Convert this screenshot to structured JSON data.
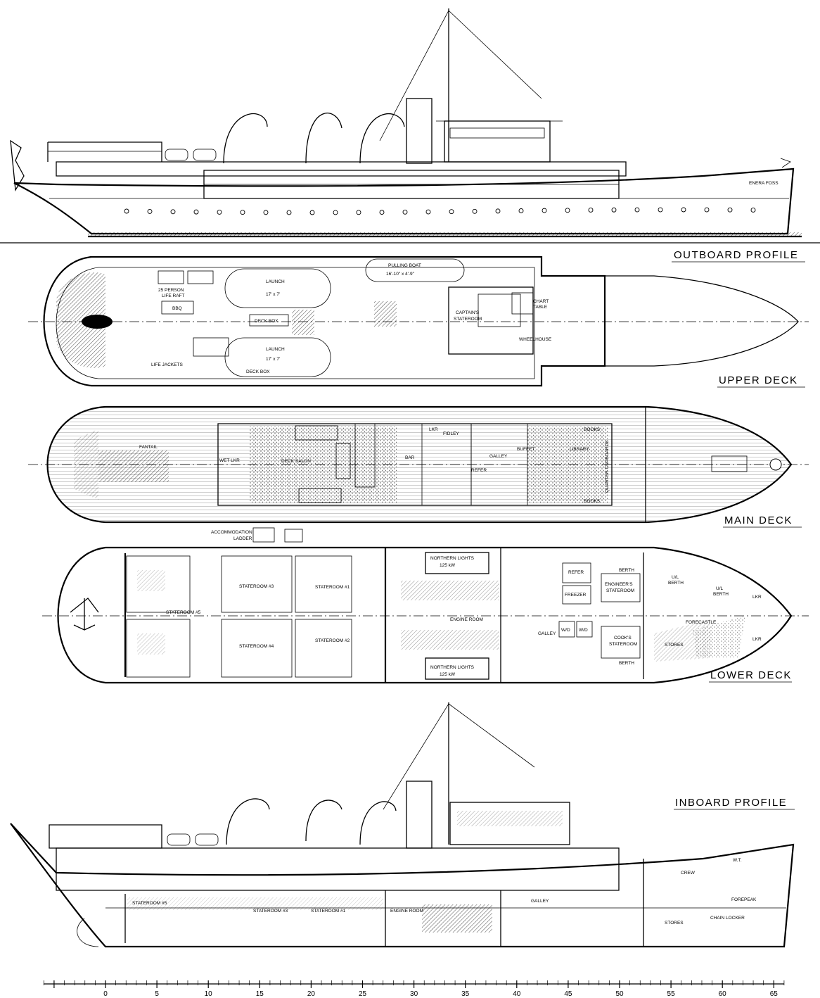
{
  "views": {
    "outboard": {
      "title": "OUTBOARD PROFILE",
      "hull_name": "ENERA FOSS"
    },
    "upper": {
      "title": "UPPER DECK",
      "labels": {
        "pulling_boat": "PULLING BOAT",
        "pulling_boat_dims": "16'-10\" x 4'-9\"",
        "launch_1": "LAUNCH",
        "launch_1_dims": "17' x 7'",
        "launch_2": "LAUNCH",
        "launch_2_dims": "17' x 7'",
        "life_raft_1": "25 PERSON",
        "life_raft_2": "LIFE RAFT",
        "bbq": "BBQ",
        "deck_box_1": "DECK BOX",
        "deck_box_2": "DECK BOX",
        "life_jackets": "LIFE JACKETS",
        "captains_1": "CAPTAIN'S",
        "captains_2": "STATEROOM",
        "chart_1": "CHART",
        "chart_2": "TABLE",
        "wheelhouse": "WHEELHOUSE"
      }
    },
    "main": {
      "title": "MAIN DECK",
      "labels": {
        "fantail": "FANTAIL",
        "wet_lkr": "WET LKR",
        "deck_salon": "DECK SALON",
        "bar": "BAR",
        "lkr": "LKR",
        "fidley": "FIDLEY",
        "refer": "REFER",
        "galley": "GALLEY",
        "buffet": "BUFFET",
        "library": "LIBRARY",
        "books_1": "BOOKS",
        "books_2": "BOOKS",
        "quarter_cupboards": "QUARTER CUPBOARDS",
        "accommodation_1": "ACCOMMODATION",
        "accommodation_2": "LADDER"
      }
    },
    "lower": {
      "title": "LOWER DECK",
      "labels": {
        "stateroom_3": "STATEROOM #3",
        "stateroom_1": "STATEROOM #1",
        "stateroom_5": "STATEROOM #5",
        "stateroom_4": "STATEROOM #4",
        "stateroom_2": "STATEROOM #2",
        "northern_lights_top": "NORTHERN LIGHTS",
        "nl_top_kw": "125 kW",
        "northern_lights_bottom": "NORTHERN LIGHTS",
        "nl_bottom_kw": "125 kW",
        "engine_room": "ENGINE ROOM",
        "refer": "REFER",
        "freezer": "FREEZER",
        "galley": "GALLEY",
        "wd_1": "W/D",
        "wd_2": "W/D",
        "engineers_1": "ENGINEER'S",
        "engineers_2": "STATEROOM",
        "berth_top": "BERTH",
        "berth_bottom": "BERTH",
        "cooks_1": "COOK'S",
        "cooks_2": "STATEROOM",
        "ul_berth_1": "U/L",
        "ul_berth_2": "BERTH",
        "ul_berth_3": "U/L",
        "ul_berth_4": "BERTH",
        "forecastle": "FORECASTLE",
        "lkr_1": "LKR",
        "lkr_2": "LKR",
        "stores": "STORES"
      }
    },
    "inboard": {
      "title": "INBOARD PROFILE",
      "labels": {
        "stateroom_5": "STATEROOM #5",
        "stateroom_3": "STATEROOM #3",
        "stateroom_1": "STATEROOM #1",
        "engine_room": "ENGINE ROOM",
        "galley": "GALLEY",
        "crew": "CREW",
        "forepeak": "FOREPEAK",
        "stores": "STORES",
        "chain_locker": "CHAIN LOCKER",
        "wt": "W.T."
      }
    }
  },
  "scale": {
    "ticks": [
      "0",
      "5",
      "10",
      "15",
      "20",
      "25",
      "30",
      "35",
      "40",
      "45",
      "50",
      "55",
      "60",
      "65"
    ]
  },
  "colors": {
    "ink": "#000000",
    "paper": "#ffffff"
  }
}
